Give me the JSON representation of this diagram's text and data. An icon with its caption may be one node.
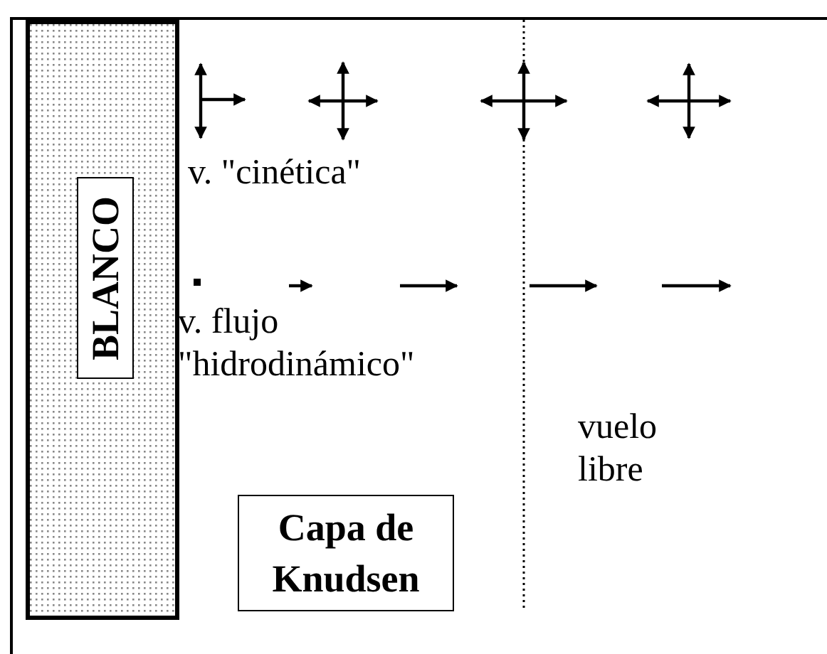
{
  "diagram": {
    "nodes": [
      {
        "text": [
          "BLANCO"
        ]
      },
      {
        "text": [
          "Capa de Knudsen"
        ]
      }
    ],
    "edges": [],
    "labels": [
      "v. \"cinética\"",
      "v. flujo \"hidrodinámico\"",
      "vuelo libre"
    ]
  }
}
